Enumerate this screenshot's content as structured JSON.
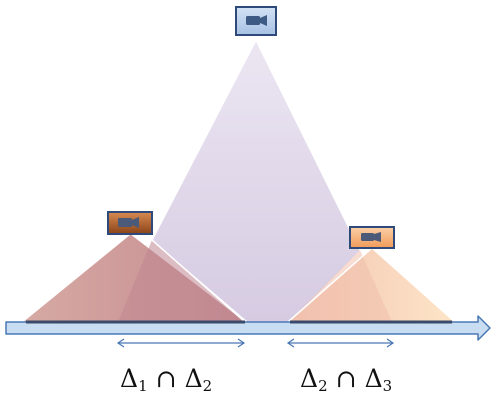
{
  "colors": {
    "cone_center": "#dcd2e6",
    "cone_left": "#c9928f",
    "cone_right": "#f6c9ad",
    "axis_fill": "#c8dcf2",
    "axis_stroke": "#4a78b4",
    "camera_center": "#b6cdea",
    "camera_left": "#b8652f",
    "camera_right": "#f4b482",
    "camera_border": "#2d4a7a"
  },
  "icons": {
    "camera_center": "video-camera-icon",
    "camera_left": "video-camera-icon",
    "camera_right": "video-camera-icon"
  },
  "labels": {
    "left": {
      "delta_a": "Δ",
      "sub_a": "1",
      "op": "∩",
      "delta_b": "Δ",
      "sub_b": "2"
    },
    "right": {
      "delta_a": "Δ",
      "sub_a": "2",
      "op": "∩",
      "delta_b": "Δ",
      "sub_b": "3"
    }
  }
}
